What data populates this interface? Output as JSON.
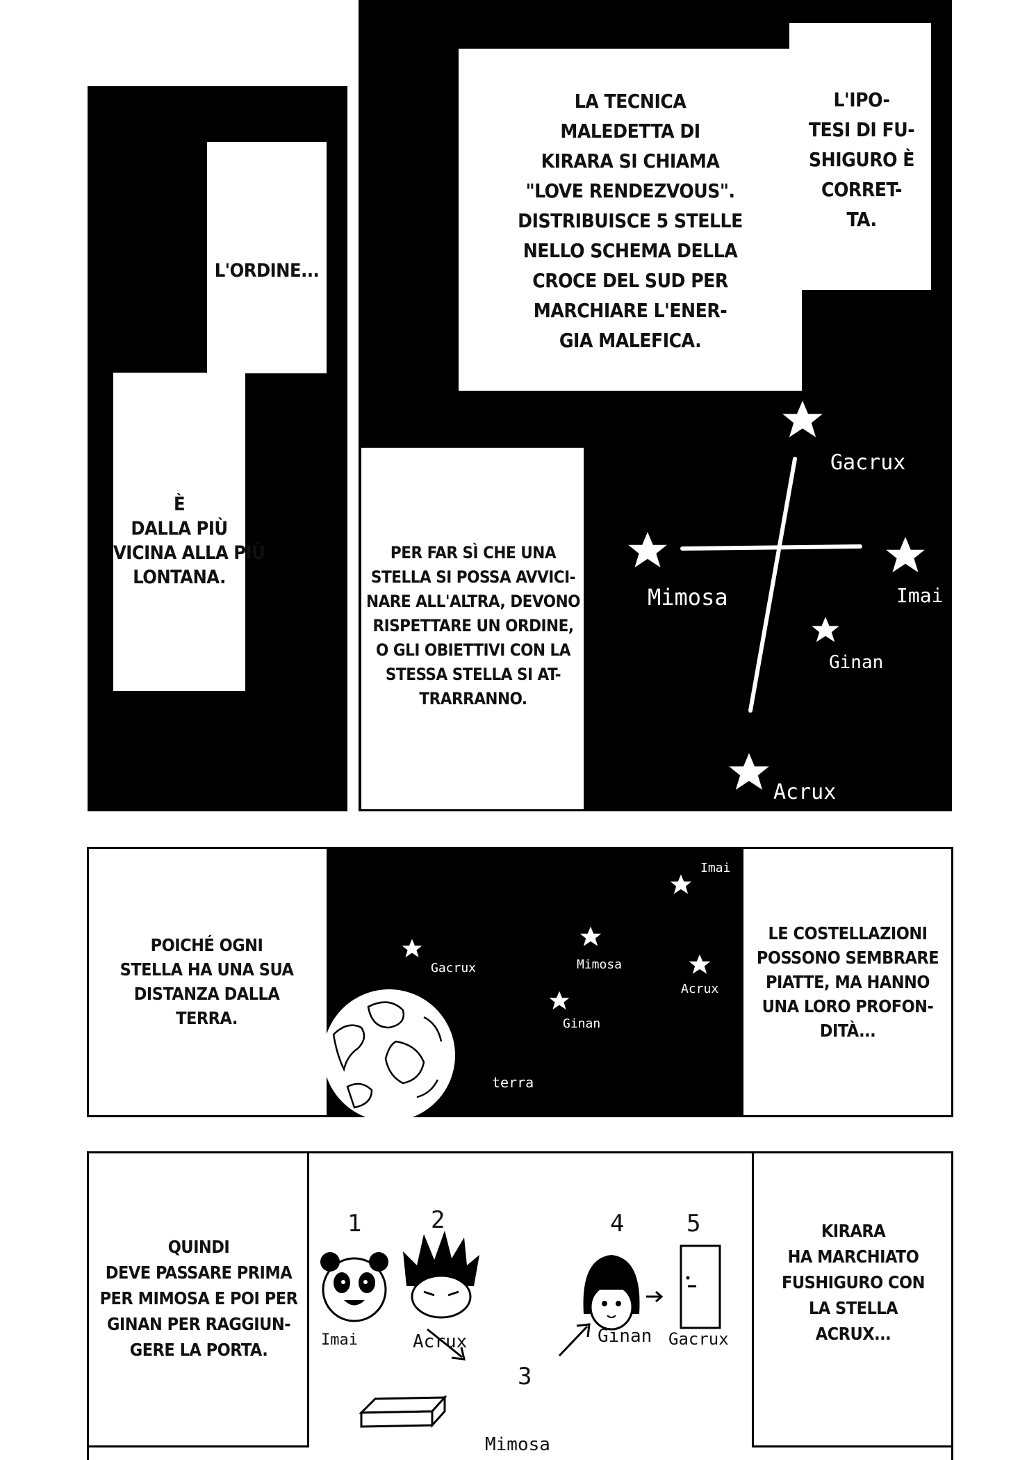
{
  "top_left_panel": {
    "caption_1": [
      "L'ORDINE..."
    ],
    "caption_2": [
      "È",
      "DALLA PIÙ",
      "VICINA ALLA PIÙ",
      "LONTANA."
    ]
  },
  "top_right_panel": {
    "caption_main": [
      "LA TECNICA",
      "MALEDETTA DI",
      "KIRARA SI CHIAMA",
      "\"LOVE RENDEZVOUS\".",
      "DISTRIBUISCE 5 STELLE",
      "NELLO SCHEMA DELLA",
      "CROCE DEL SUD PER",
      "MARCHIARE L'ENER-",
      "GIA MALEFICA."
    ],
    "caption_side": [
      "L'IPO-",
      "TESI DI FU-",
      "SHIGURO È",
      "CORRET-",
      "TA."
    ],
    "caption_order": [
      "PER FAR SÌ CHE UNA",
      "STELLA SI POSSA AVVICI-",
      "NARE ALL'ALTRA, DEVONO",
      "RISPETTARE UN ORDINE,",
      "O GLI OBIETTIVI CON LA",
      "STESSA STELLA SI AT-",
      "TRARRANNO."
    ],
    "stars": {
      "gacrux": "Gacrux",
      "mimosa": "Mimosa",
      "imai": "Imai",
      "ginan": "Ginan",
      "acrux": "Acrux"
    }
  },
  "middle_panel": {
    "caption_left": [
      "POICHÉ OGNI",
      "STELLA HA UNA SUA",
      "DISTANZA DALLA",
      "TERRA."
    ],
    "caption_right": [
      "LE COSTELLAZIONI",
      "POSSONO SEMBRARE",
      "PIATTE, MA HANNO",
      "UNA LORO PROFON-",
      "DITÀ..."
    ],
    "stars": {
      "imai": "Imai",
      "gacrux": "Gacrux",
      "mimosa": "Mimosa",
      "acrux": "Acrux",
      "ginan": "Ginan",
      "earth": "terra"
    }
  },
  "bottom_panel": {
    "caption_left": [
      "QUINDI",
      "DEVE PASSARE PRIMA",
      "PER MIMOSA E POI PER",
      "GINAN PER RAGGIUN-",
      "GERE LA PORTA."
    ],
    "caption_right": [
      "KIRARA",
      "HA MARCHIATO",
      "FUSHIGURO CON",
      "LA STELLA",
      "ACRUX..."
    ],
    "steps": [
      {
        "num": "1",
        "name": "Imai"
      },
      {
        "num": "2",
        "name": "Acrux"
      },
      {
        "num": "3",
        "name": "Mimosa"
      },
      {
        "num": "4",
        "name": "Ginan"
      },
      {
        "num": "5",
        "name": "Gacrux"
      }
    ]
  }
}
